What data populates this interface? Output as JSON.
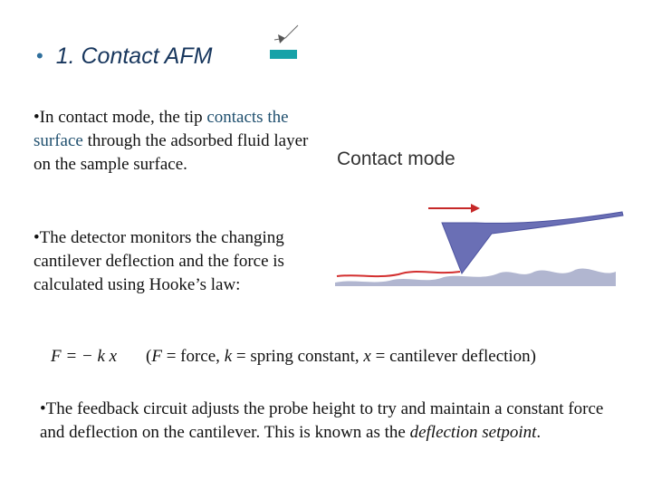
{
  "title": {
    "bullet": "•",
    "text": "1. Contact AFM"
  },
  "intro": {
    "bullet": "•",
    "before": "In contact mode, the tip",
    "highlight": "contacts the surface",
    "after": "through the adsorbed fluid layer on the sample surface."
  },
  "detector": {
    "text": "•The detector monitors the changing cantilever deflection and the force is calculated using Hooke’s law:"
  },
  "formula": {
    "equation": "F = − k x",
    "open": "(",
    "f_sym": "F",
    "f_def": " = force, ",
    "k_sym": "k",
    "k_def": " = spring constant, ",
    "x_sym": "x",
    "x_def": " = cantilever deflection)"
  },
  "feedback": {
    "text": "•The feedback circuit adjusts the probe height to try and maintain a constant force and deflection on the cantilever. This is known as the ",
    "emphasis": "deflection setpoint",
    "end": "."
  },
  "diagram": {
    "label": "Contact mode",
    "colors": {
      "cantilever": "#6a6fb5",
      "arrow": "#c62828",
      "surface": "#a3a9c8",
      "trace": "#d32f2f"
    }
  },
  "colors": {
    "title": "#17365d",
    "accent": "#1f4f6e",
    "deco": "#17a2a8"
  }
}
